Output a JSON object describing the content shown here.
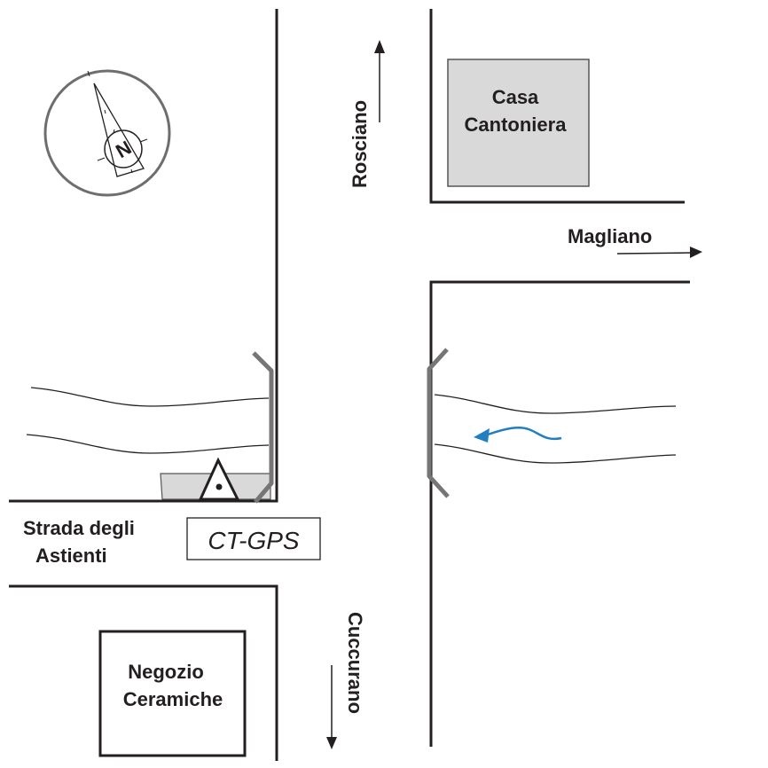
{
  "map": {
    "labels": {
      "rosciano": "Rosciano",
      "magliano": "Magliano",
      "cuccurano": "Cuccurano",
      "street_line1": "Strada degli",
      "street_line2": "Astienti",
      "station": "CT-GPS"
    },
    "buildings": {
      "casa_line1": "Casa",
      "casa_line2": "Cantoniera",
      "negozio_line1": "Negozio",
      "negozio_line2": "Ceramiche"
    },
    "compass": {
      "label": "N"
    },
    "colors": {
      "ink": "#231f20",
      "building_fill": "#d9d9d9",
      "guardrail": "#767676",
      "flow_arrow": "#1f7fc1",
      "compass_ring": "#6e6e6e"
    }
  }
}
